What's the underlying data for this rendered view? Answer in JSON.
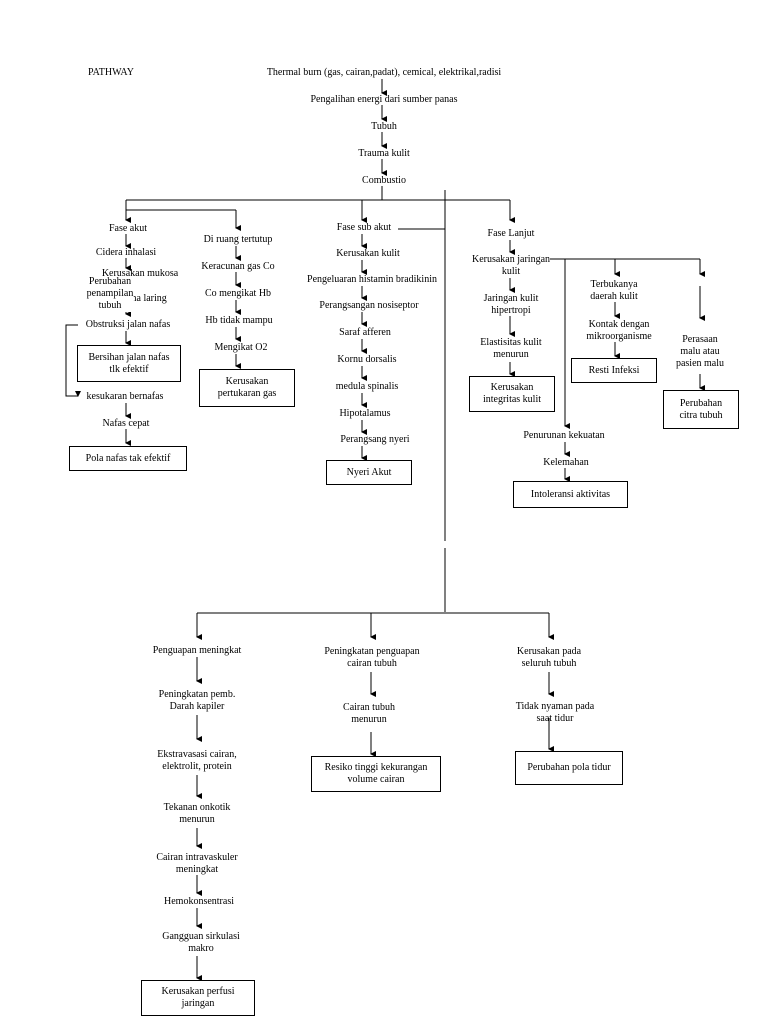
{
  "title": "PATHWAY",
  "trunk": {
    "source": "Thermal burn (gas, cairan,padat), cemical, elektrikal,radisi",
    "transfer": "Pengalihan energi dari sumber panas",
    "body": "Tubuh",
    "trauma": "Trauma kulit",
    "combustio": "Combustio"
  },
  "acute_phase": {
    "header": "Fase akut",
    "inhalation": "Cidera inhalasi",
    "hidden_line_1": "Kerusakan mukosa",
    "appearance_change": "Perubahan\npenampilan\ntubuh",
    "hidden_line_2": "Edema laring",
    "obstruction": "Obstruksi jalan nafas",
    "airway_dx": "Bersihan jalan nafas\ntlk efektif",
    "breath_difficulty": "kesukaran bernafas",
    "rapid_breath": "Nafas cepat",
    "breath_dx": "Pola nafas tak efektif"
  },
  "closed_room": {
    "header": "Di ruang tertutup",
    "co_poison": "Keracunan gas Co",
    "co_hb": "Co mengikat Hb",
    "hb_unable": "Hb tidak mampu",
    "bind_o2": "Mengikat O2",
    "gas_dx": "Kerusakan\npertukaran gas"
  },
  "subacute_phase": {
    "header": "Fase sub akut",
    "skin_damage": "Kerusakan kulit",
    "histamine": "Pengeluaran histamin bradikinin",
    "nociceptor": "Perangsangan nosiseptor",
    "afferent": "Saraf afferen",
    "dorsal_horn": "Kornu dorsalis",
    "medulla": "medula spinalis",
    "hypothalamus": "Hipotalamus",
    "pain_stimulus": "Perangsang nyeri",
    "pain_dx": "Nyeri Akut"
  },
  "late_phase": {
    "header": "Fase Lanjut",
    "tissue_damage": "Kerusakan jaringan\nkulit",
    "hypertrophic": "Jaringan kulit\nhipertropi",
    "elasticity": "Elastisitas kulit\nmenurun",
    "skin_dx": "Kerusakan\nintegritas kulit",
    "skin_open": "Terbukanya\ndaerah kulit",
    "microorganism": "Kontak dengan\nmikroorganisme",
    "infection_dx": "Resti Infeksi",
    "shame": "Perasaan\nmalu atau\npasien malu",
    "image_dx": "Perubahan\ncitra tubuh",
    "strength": "Penurunan kekuatan",
    "weakness": "Kelemahan",
    "activity_dx": "Intoleransi aktivitas"
  },
  "lower_left": {
    "evaporation": "Penguapan meningkat",
    "capillary": "Peningkatan pemb.\nDarah kapiler",
    "extravasation": "Ekstravasasi cairan,\nelektrolit, protein",
    "oncotic": "Tekanan onkotik\nmenurun",
    "intravascular": "Cairan intravaskuler\nmeningkat",
    "hemoconc": "Hemokonsentrasi",
    "macro": "Gangguan sirkulasi\nmakro",
    "perfusion_dx": "Kerusakan perfusi\njaringan"
  },
  "lower_mid": {
    "evap_increase": "Peningkatan penguapan\ncairan tubuh",
    "fluid_decrease": "Cairan tubuh\nmenurun",
    "volume_dx": "Resiko tinggi kekurangan\nvolume cairan"
  },
  "lower_right": {
    "whole_body": "Kerusakan pada\nseluruh tubuh",
    "sleep_discomfort": "Tidak nyaman pada\nsaat tidur",
    "sleep_dx": "Perubahan pola tidur"
  }
}
